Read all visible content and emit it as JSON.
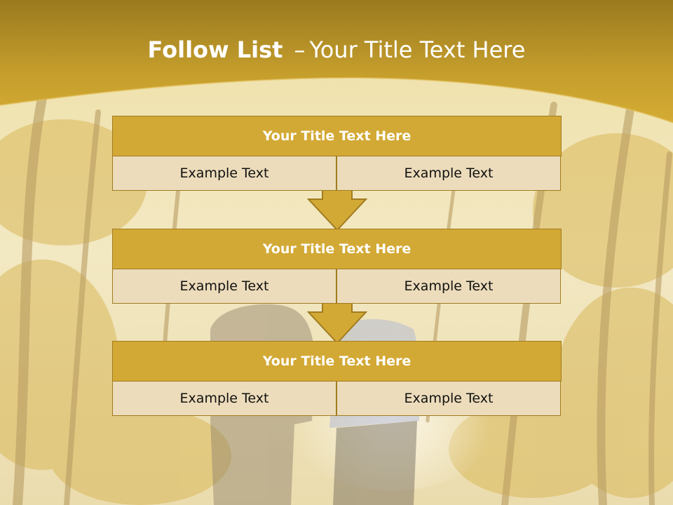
{
  "slide": {
    "title_bold": "Follow List",
    "title_separator": "–",
    "title_rest": "Your Title Text Here"
  },
  "blocks": [
    {
      "title": "Your Title Text Here",
      "cells": [
        "Example Text",
        "Example Text"
      ]
    },
    {
      "title": "Your Title Text Here",
      "cells": [
        "Example Text",
        "Example Text"
      ]
    },
    {
      "title": "Your Title Text Here",
      "cells": [
        "Example Text",
        "Example Text"
      ]
    }
  ],
  "colors": {
    "header_band": "#b08a22",
    "block_header": "#d3a935",
    "cell_fill": "#ecdcbb",
    "border": "#a07c20"
  },
  "icons": [
    "down-arrow-icon"
  ]
}
